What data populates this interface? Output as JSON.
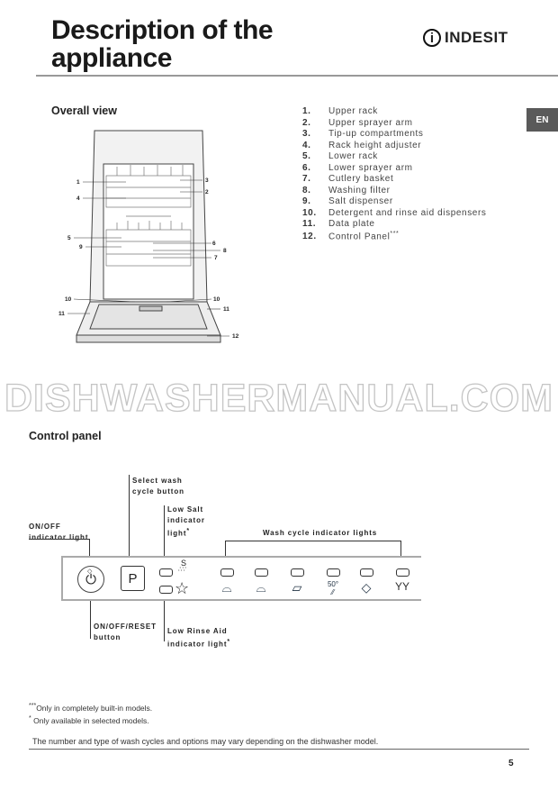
{
  "header": {
    "title_line1": "Description of the",
    "title_line2": "appliance",
    "logo_text": "INDESIT",
    "logo_mark": "i",
    "language_tab": "EN"
  },
  "overall_view": {
    "heading": "Overall view",
    "items": [
      {
        "num": "1.",
        "label": "Upper rack"
      },
      {
        "num": "2.",
        "label": "Upper sprayer arm"
      },
      {
        "num": "3.",
        "label": "Tip-up compartments"
      },
      {
        "num": "4.",
        "label": "Rack height adjuster"
      },
      {
        "num": "5.",
        "label": "Lower rack"
      },
      {
        "num": "6.",
        "label": "Lower sprayer arm"
      },
      {
        "num": "7.",
        "label": "Cutlery basket"
      },
      {
        "num": "8.",
        "label": "Washing filter"
      },
      {
        "num": "9.",
        "label": "Salt dispenser"
      },
      {
        "num": "10.",
        "label": "Detergent and rinse aid dispensers"
      },
      {
        "num": "11.",
        "label": "Data plate"
      },
      {
        "num": "12.",
        "label": "Control Panel",
        "sup": "***"
      }
    ],
    "callouts": [
      "1",
      "4",
      "3",
      "2",
      "5",
      "9",
      "6",
      "8",
      "7",
      "10",
      "10",
      "11",
      "11",
      "12"
    ]
  },
  "watermark": "DISHWASHERMANUAL.COM",
  "control_panel": {
    "heading": "Control panel",
    "labels": {
      "select_wash_1": "Select wash",
      "select_wash_2": "cycle button",
      "low_salt_1": "Low Salt",
      "low_salt_2": "indicator",
      "low_salt_3": "light",
      "onoff_light_1": "ON/OFF",
      "onoff_light_2": "indicator light",
      "wash_cycle": "Wash cycle indicator lights",
      "reset_1": "ON/OFF/RESET",
      "reset_2": "button",
      "rinse_1": "Low Rinse Aid",
      "rinse_2": "indicator light",
      "star": "*"
    },
    "p_button": "P",
    "salt_symbol": "S",
    "eco_symbol": "50°"
  },
  "footnotes": [
    {
      "mark": "***",
      "text": "Only in completely built-in models."
    },
    {
      "mark": "*",
      "text": " Only available in selected models."
    }
  ],
  "disclaimer": "The number and type of wash cycles and options may vary depending on the dishwasher model.",
  "page_number": "5"
}
